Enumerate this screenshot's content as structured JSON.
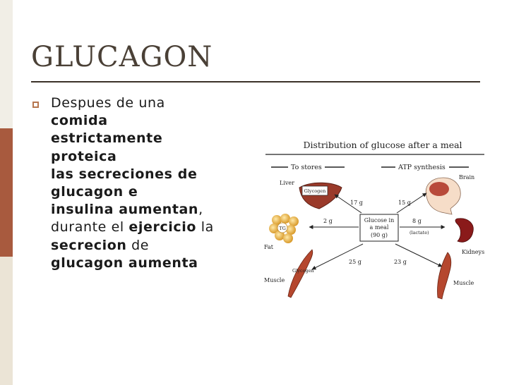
{
  "slide": {
    "title": "GLUCAGON",
    "colors": {
      "accent_band": "#a85a3e",
      "title": "#4a4036",
      "bullet": "#b6764f"
    },
    "bullet": {
      "l1": "Despues de una",
      "l2": "comida",
      "l3": "estrictamente",
      "l4": "proteica",
      "l5": "las secreciones de",
      "l6": "glucagon e",
      "l7": "insulina aumentan",
      "l7_end": ",",
      "l8a": "durante el ",
      "l8b": "ejercicio",
      "l8c": " la",
      "l9a": "secrecion",
      "l9b": " de",
      "l10": "glucagon aumenta"
    }
  },
  "diagram": {
    "title": "Distribution of glucose after a meal",
    "to_stores": "To stores",
    "atp_synthesis": "ATP synthesis",
    "liver": "Liver",
    "glycogen_liver": "Glycogen",
    "brain": "Brain",
    "fat": "Fat",
    "tg": "TG",
    "kidneys": "Kidneys",
    "muscle_left": "Muscle",
    "glycogen_muscle": "Glycogen",
    "muscle_right": "Muscle",
    "center_line1": "Glucose in",
    "center_line2": "a meal",
    "center_line3": "(90 g)",
    "v_liver": "17 g",
    "v_brain": "15 g",
    "v_fat": "2 g",
    "v_kidneys": "8 g",
    "lactate": "(lactate)",
    "v_muscle_left": "25 g",
    "v_muscle_right": "23 g"
  }
}
